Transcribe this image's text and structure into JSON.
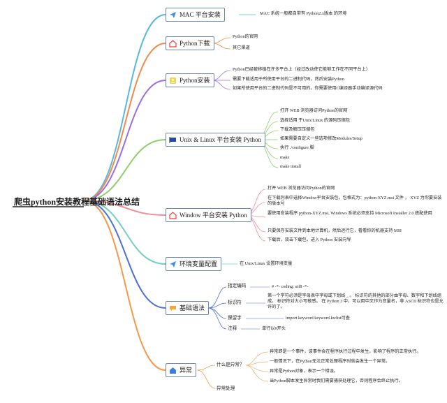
{
  "root": "爬虫python安装教程基础语法总结",
  "colors": {
    "mac": "#58b9dd",
    "download": "#f08a4b",
    "install": "#9b6fe0",
    "unix": "#8ecf6d",
    "windows": "#f28b95",
    "env": "#6fd0c2",
    "syntax": "#4a6fd8",
    "exception": "#f29a4a"
  },
  "branches": {
    "mac": {
      "title": "MAC 平台安装",
      "icon": "paper-plane-icon",
      "items": [
        "MAC 系统一般都自带有 Python2.x版本 的环境"
      ]
    },
    "download": {
      "title": "Python下载",
      "icon": "home-icon",
      "items": [
        "Python的官网",
        "其它渠道"
      ]
    },
    "install": {
      "title": "Python安装",
      "icon": "user-group-icon",
      "items": [
        "Python已经被移植在许多平台上（经过改动使它能够工作在不同平台上）",
        "需要下载适用于所使用平台的二进制代码，然后安装Python",
        "如果所使用平台的二进制代码是不可用的，你需要使用C编译器手动编译源代码"
      ]
    },
    "unix": {
      "title": "Unix & Linux 平台安装 Python",
      "icon": "flag-icon",
      "items": [
        "打开 WEB 浏览器访问Python的官网",
        "选择适用 于Unix/Linux 的源码压缩包",
        "下载及解压压缩包",
        "如果需要自定义一些选项修改Modules/Setup",
        "执行 ./configure 脚",
        "make",
        "make install"
      ]
    },
    "windows": {
      "title": "Window 平台安装 Python",
      "icon": "home-icon",
      "items": [
        "打开 WEB 浏览器访问Python的官网",
        "在下载列表中选择Window平台安装包，包格式为：python-XYZ.msi 文件 ， XYZ 为你要安装的版本号",
        "要使用安装程序 python-XYZ.msi, Windows 系统必须支持 Microsoft Installer 2.0 搭配使用",
        "只要保存安装文件到本地计算机，然后运行它，看看你的机器支持 MSI",
        "下载后，双击下载包，进入 Python 安装向导"
      ]
    },
    "env": {
      "title": "环境变量配置",
      "icon": "paper-plane-icon",
      "items": [
        "在 Unix/Linux 设置环境变量"
      ]
    },
    "syntax": {
      "title": "基础语法",
      "icon": "chat-icon",
      "subs": [
        {
          "label": "指定编码",
          "items": [
            "# -*- coding: utf8 -*-"
          ]
        },
        {
          "label": "标识符",
          "items": [
            "第一个字符必须是字母表中字母或下划线 _ 。 标识符的其他的部分由字母、数字和下划线组成。 标识符对大小写敏感。 在 Python 3 中，可以用中文作为变量名，非 ASCII 标识符也是允许的了。"
          ]
        },
        {
          "label": "保留字",
          "items": [
            "import keyword keyword.kwlist可查"
          ]
        },
        {
          "label": "注释",
          "items": [
            "单行以#开头"
          ]
        }
      ]
    },
    "exception": {
      "title": "异常",
      "icon": "home-icon",
      "subs": [
        {
          "label": "什么是异常？",
          "items": [
            "异常即是一个事件，该事件会在程序执行过程中发生，影响了程序的正常执行。",
            "一般情况下，在Python无法正常处理程序时就会发生一个异常。",
            "异常是Python对象，表示一个错误。",
            "当Python脚本发生异常时我们需要捕获处理它，否则程序会终止执行。"
          ]
        },
        {
          "label": "异常处理",
          "items": []
        }
      ]
    }
  }
}
